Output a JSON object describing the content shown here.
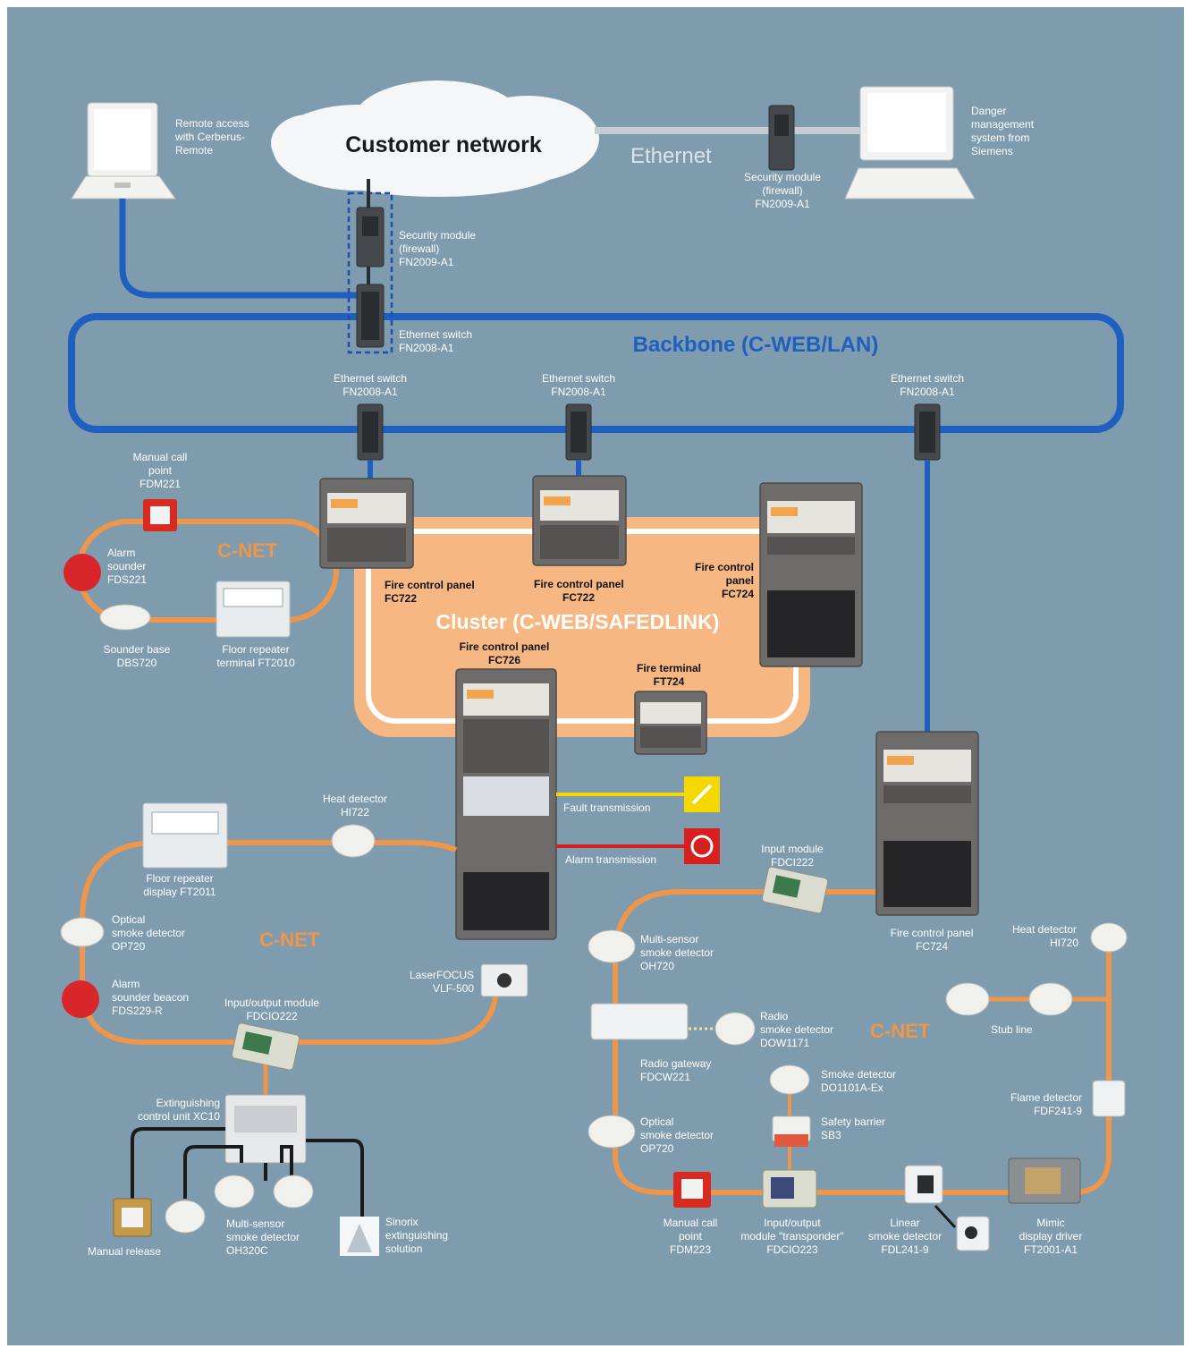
{
  "colors": {
    "background": "#7e9cad",
    "backbone": "#1f5fbf",
    "cnet": "#f0964a",
    "cluster_fill": "#f7b782",
    "fault": "#f4d800",
    "alarm": "#d71f1f"
  },
  "titles": {
    "customer_network": "Customer network",
    "ethernet": "Ethernet",
    "backbone": "Backbone (C-WEB/LAN)",
    "cluster": "Cluster (C-WEB/SAFEDLINK)",
    "cnet": "C-NET"
  },
  "labels": {
    "remote_access": [
      "Remote access",
      "with Cerberus-",
      "Remote"
    ],
    "danger_mgmt": [
      "Danger",
      "management",
      "system from",
      "Siemens"
    ],
    "sec_module_right": [
      "Security module",
      "(firewall)",
      "FN2009-A1"
    ],
    "sec_module_left": [
      "Security module",
      "(firewall)",
      "FN2009-A1"
    ],
    "eth_switch_main": [
      "Ethernet switch",
      "FN2008-A1"
    ],
    "eth_switch_1": [
      "Ethernet switch",
      "FN2008-A1"
    ],
    "eth_switch_2": [
      "Ethernet switch",
      "FN2008-A1"
    ],
    "eth_switch_3": [
      "Ethernet switch",
      "FN2008-A1"
    ],
    "manual_call_fdm221": [
      "Manual call",
      "point",
      "FDM221"
    ],
    "alarm_sounder_fds221": [
      "Alarm",
      "sounder",
      "FDS221"
    ],
    "sounder_base": [
      "Sounder base",
      "DBS720"
    ],
    "floor_repeater_ft2010": [
      "Floor repeater",
      "terminal FT2010"
    ],
    "fc722_a": [
      "Fire control panel",
      "FC722"
    ],
    "fc722_b": [
      "Fire control panel",
      "FC722"
    ],
    "fc724_top": [
      "Fire control",
      "panel",
      "FC724"
    ],
    "fc726": [
      "Fire control panel",
      "FC726"
    ],
    "ft724": [
      "Fire terminal",
      "FT724"
    ],
    "fault_transmission": "Fault transmission",
    "alarm_transmission": "Alarm transmission",
    "heat_hi722": [
      "Heat detector",
      "HI722"
    ],
    "floor_repeater_ft2011": [
      "Floor repeater",
      "display FT2011"
    ],
    "optical_op720_left": [
      "Optical",
      "smoke detector",
      "OP720"
    ],
    "alarm_beacon": [
      "Alarm",
      "sounder beacon",
      "FDS229-R"
    ],
    "io_fdcio222": [
      "Input/output module",
      "FDCIO222"
    ],
    "laserfocus": [
      "LaserFOCUS",
      "VLF-500"
    ],
    "extinguishing": [
      "Extinguishing",
      "control unit XC10"
    ],
    "manual_release": "Manual release",
    "multisensor_oh320c": [
      "Multi-sensor",
      "smoke detector",
      "OH320C"
    ],
    "sinorix": [
      "Sinorix",
      "extinguishing",
      "solution"
    ],
    "input_fdci222": [
      "Input module",
      "FDCI222"
    ],
    "fc724_bottom": [
      "Fire control panel",
      "FC724"
    ],
    "heat_hi720": [
      "Heat detector",
      "HI720"
    ],
    "multisensor_oh720": [
      "Multi-sensor",
      "smoke detector",
      "OH720"
    ],
    "radio_dow1171": [
      "Radio",
      "smoke detector",
      "DOW1171"
    ],
    "radio_gateway": [
      "Radio gateway",
      "FDCW221"
    ],
    "stub_line": "Stub line",
    "smoke_do1101": [
      "Smoke detector",
      "DO1101A-Ex"
    ],
    "safety_barrier": [
      "Safety barrier",
      "SB3"
    ],
    "flame_fdf241": [
      "Flame detector",
      "FDF241-9"
    ],
    "optical_op720_right": [
      "Optical",
      "smoke detector",
      "OP720"
    ],
    "manual_call_fdm223": [
      "Manual call",
      "point",
      "FDM223"
    ],
    "io_fdcio223": [
      "Input/output",
      "module \"transponder\"",
      "FDCIO223"
    ],
    "linear_fdl241": [
      "Linear",
      "smoke detector",
      "FDL241-9"
    ],
    "mimic_ft2001": [
      "Mimic",
      "display driver",
      "FT2001-A1"
    ]
  }
}
